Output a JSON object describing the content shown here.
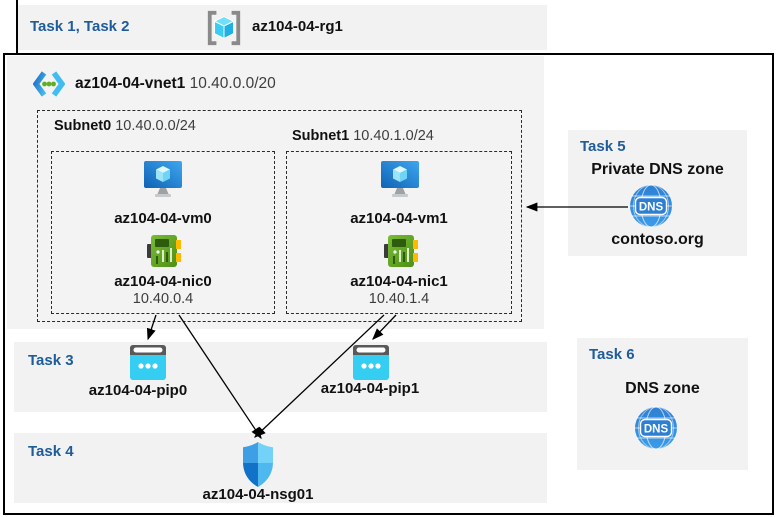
{
  "rg_band": {
    "task_label": "Task 1, Task 2",
    "rg_name": "az104-04-rg1"
  },
  "vnet": {
    "name": "az104-04-vnet1",
    "cidr": "10.40.0.0/20"
  },
  "subnet0": {
    "name": "Subnet0",
    "cidr": "10.40.0.0/24",
    "vm_name": "az104-04-vm0",
    "nic_name": "az104-04-nic0",
    "nic_ip": "10.40.0.4"
  },
  "subnet1": {
    "name": "Subnet1",
    "cidr": "10.40.1.0/24",
    "vm_name": "az104-04-vm1",
    "nic_name": "az104-04-nic1",
    "nic_ip": "10.40.1.4"
  },
  "task3": {
    "task_label": "Task 3",
    "pip0_name": "az104-04-pip0",
    "pip1_name": "az104-04-pip1"
  },
  "task4": {
    "task_label": "Task 4",
    "nsg_name": "az104-04-nsg01"
  },
  "task5": {
    "task_label": "Task 5",
    "title": "Private DNS zone",
    "dns_icon_text": "DNS",
    "zone_name": "contoso.org"
  },
  "task6": {
    "task_label": "Task 6",
    "title": "DNS zone",
    "dns_icon_text": "DNS"
  },
  "colors": {
    "task_label_blue": "#1E5C9A",
    "band_gray": "#F2F2F2",
    "vnet_gray": "#F3F3F3",
    "vm_blue": "#1B7FD4",
    "nic_green": "#60A81F",
    "pip_cyan": "#35CDF2",
    "nsg_blue": "#1272C8",
    "dns_blue": "#2E86D6",
    "rg_cyan": "#3CCBF2"
  }
}
